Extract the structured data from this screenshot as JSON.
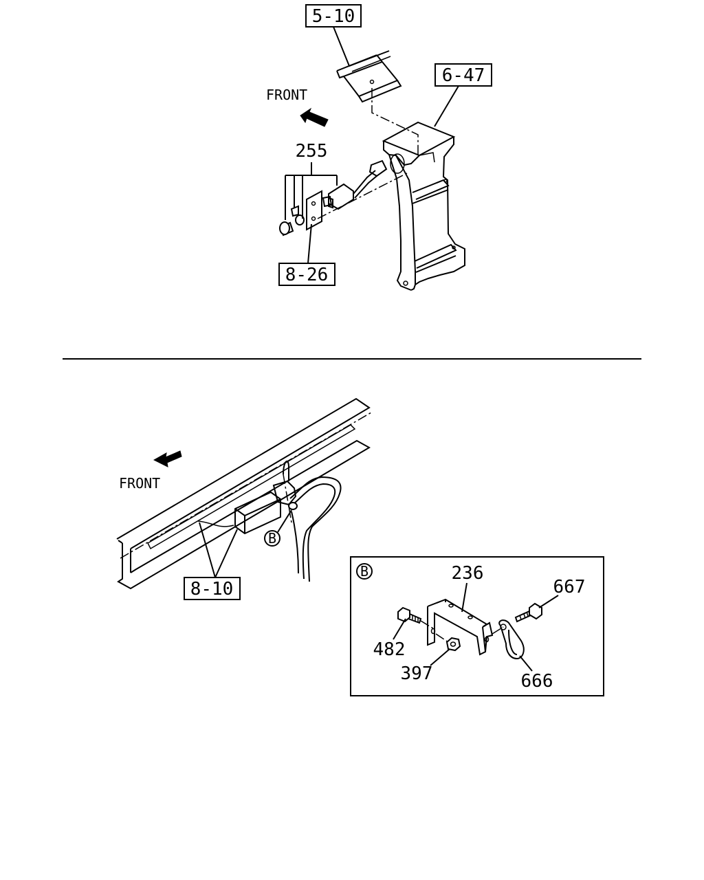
{
  "upper_view": {
    "front_label": "FRONT",
    "refs": {
      "frame_ref": "5-10",
      "ladder_ref": "6-47",
      "switch_ref": "8-26"
    },
    "parts": {
      "switch_part": "255"
    }
  },
  "lower_view": {
    "front_label": "FRONT",
    "harness_ref": "8-10",
    "detail_callout": "B"
  },
  "detail_b": {
    "callout": "B",
    "parts": {
      "bracket": "236",
      "bolt_top": "667",
      "bolt_left": "482",
      "nut": "397",
      "clip": "666"
    }
  }
}
